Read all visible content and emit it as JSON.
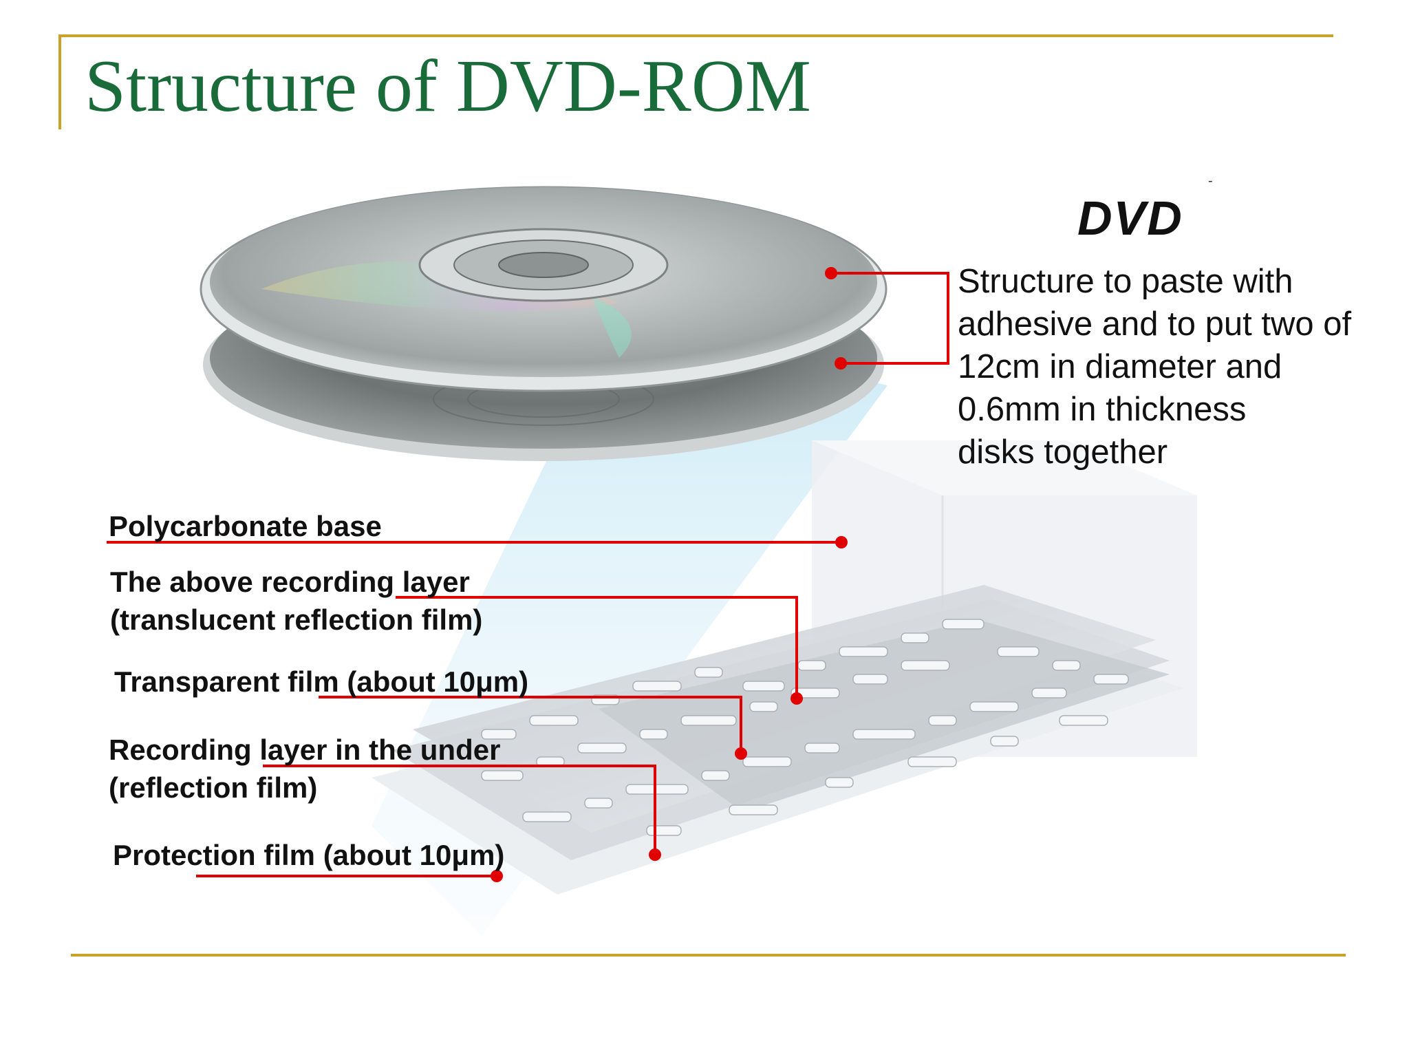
{
  "slide": {
    "title": "Structure of DVD-ROM"
  },
  "colors": {
    "title": "#1a6b3a",
    "rule": "#c9a227",
    "leader": "#e00000"
  },
  "brand": {
    "logo_text": "DVD",
    "dash": "-"
  },
  "description": {
    "lines": [
      "Structure to paste with",
      "adhesive and to put two of",
      "12cm in diameter and",
      "0.6mm in thickness",
      "disks together"
    ]
  },
  "layers": [
    {
      "lines": [
        "Polycarbonate base"
      ]
    },
    {
      "lines": [
        "The above recording layer",
        "(translucent reflection film)"
      ]
    },
    {
      "lines": [
        "Transparent film (about 10μm)"
      ]
    },
    {
      "lines": [
        "Recording layer in the under",
        "(reflection film)"
      ]
    },
    {
      "lines": [
        "Protection film (about 10μm)"
      ]
    }
  ]
}
